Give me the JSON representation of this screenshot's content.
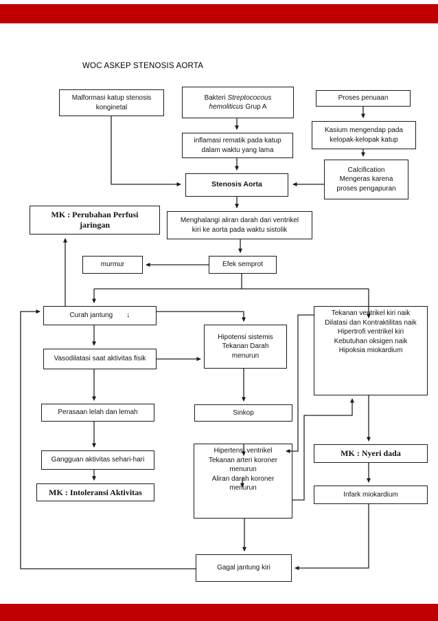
{
  "page": {
    "title": "WOC ASKEP STENOSIS AORTA"
  },
  "colors": {
    "bar_red": "#c00000"
  },
  "nodes": {
    "malformasi": {
      "text": "Malformasi katup stenosis\nkonginetal"
    },
    "bakteri": {
      "prefix": "Bakteri ",
      "italic1": "Streptococous",
      "italic2": "hemoliticus",
      "suffix": " Grup A"
    },
    "proses": {
      "text": "Proses penuaan"
    },
    "kasium": {
      "text": "Kasium mengendap pada\nkelopak-kelopak katup"
    },
    "calcification": {
      "text": "Calcification\nMengeras karena\nproses pengapuran"
    },
    "inflamasi": {
      "text": "inflamasi rematik pada katup\ndalam waktu yang lama"
    },
    "stenosis": {
      "text": "Stenosis Aorta"
    },
    "mk_perfusi": {
      "text": "MK : Perubahan Perfusi\njaringan"
    },
    "menghalangi": {
      "text": "Menghalangi aliran darah dari ventrikel\nkiri ke aorta pada waktu sistolik"
    },
    "murmur": {
      "text": "murmur"
    },
    "efek": {
      "text": "Efek semprot"
    },
    "curah": {
      "label": "Curah jantung",
      "arrow": "↓"
    },
    "tekanan_ventrikel": {
      "text": "Tekanan ventrikel kiri naik\nDilatasi dan Kontraktilitas naik\nHipertrofi ventrikel kiri\nKebutuhan oksigen naik\nHipoksia miokardium"
    },
    "hipotensi": {
      "text": "Hipotensi sistemis\nTekanan Darah\nmenurun"
    },
    "vasodilatasi": {
      "text": "Vasodilatasi saat aktivitas fisik"
    },
    "perasaan": {
      "text": "Perasaan lelah dan lemah"
    },
    "sinkop": {
      "text": "Sinkop"
    },
    "gangguan": {
      "text": "Gangguan aktivitas sehari-hari"
    },
    "hipertensi_ventrikel": {
      "text": "Hipertensi ventrikel\nTekanan arteri koroner\nmenurun\nAliran darah koroner\nmenurun"
    },
    "mk_intoleransi": {
      "text": "MK : Intoleransi Aktivitas"
    },
    "mk_nyeri": {
      "text": "MK : Nyeri dada"
    },
    "infark": {
      "text": "Infark miokardium"
    },
    "gagal": {
      "text": "Gagal jantung kiri"
    }
  }
}
